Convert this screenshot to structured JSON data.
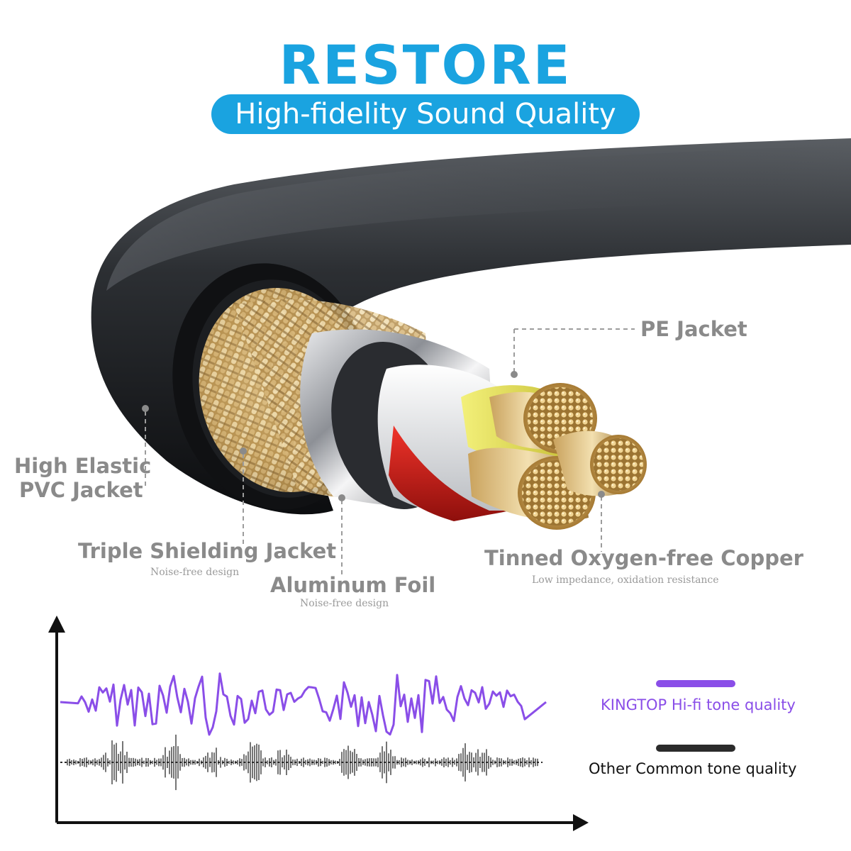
{
  "header": {
    "title": "RESTORE",
    "subtitle": "High-fidelity Sound Quality"
  },
  "labels": {
    "pe_jacket": "PE Jacket",
    "pvc_jacket_line1": "High Elastic",
    "pvc_jacket_line2": "PVC Jacket",
    "shielding": "Triple Shielding Jacket",
    "shielding_sub": "Noise-free design",
    "foil": "Aluminum Foil",
    "foil_sub": "Noise-free design",
    "copper": "Tinned Oxygen-free Copper",
    "copper_sub": "Low impedance, oxidation resistance"
  },
  "legend": {
    "hifi": "KINGTOP Hi-fi tone quality",
    "common": "Other Common tone quality"
  },
  "colors": {
    "brand_blue": "#1aa3e0",
    "wave_purple": "#8a4ee8",
    "common_dark": "#2b2b2b",
    "label_gray": "#8a8a8a"
  }
}
